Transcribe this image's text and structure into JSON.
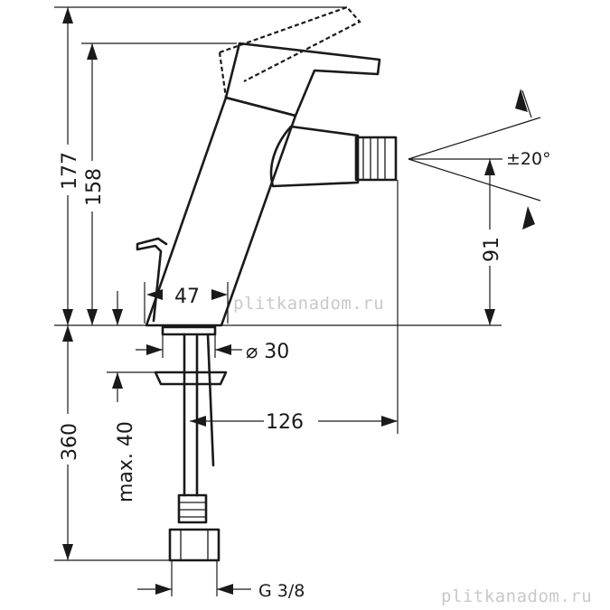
{
  "dimensions": {
    "total_height": "177",
    "lever_height": "158",
    "spout_height": "91",
    "below_deck": "360",
    "base_width": "47",
    "hole_diameter": "⌀ 30",
    "projection": "126",
    "max_thickness": "max. 40",
    "thread": "G 3/8",
    "spray_angle": "±20°"
  },
  "watermarks": {
    "center": "plitkanadom.ru",
    "corner": "plitkanadom.ru"
  }
}
